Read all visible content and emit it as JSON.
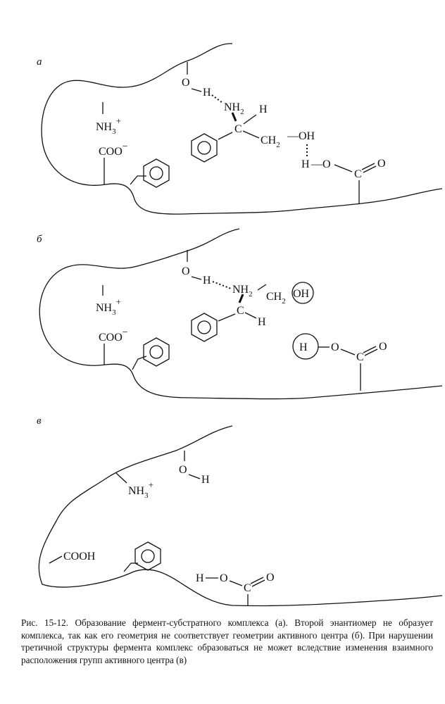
{
  "panels": [
    {
      "label": "а",
      "groups": {
        "oh_o": "O",
        "oh_h": "H",
        "nh3": "NH",
        "nh3_sub": "3",
        "nh3_sup": "+",
        "coo": "COO",
        "coo_sup": "−",
        "sub_nh2": "NH",
        "sub_nh2_sub": "2",
        "sub_h": "H",
        "sub_c": "C",
        "sub_ch2": "CH",
        "sub_ch2_sub": "2",
        "sub_oh": "—OH",
        "acid_h": "H",
        "acid_o": "—O",
        "acid_c": "C",
        "acid_eq_o": "O"
      }
    },
    {
      "label": "б",
      "groups": {
        "oh_o": "O",
        "oh_h": "H",
        "nh3": "NH",
        "nh3_sub": "3",
        "nh3_sup": "+",
        "coo": "COO",
        "coo_sup": "−",
        "sub_nh2": "NH",
        "sub_nh2_sub": "2",
        "sub_ch2": "CH",
        "sub_ch2_sub": "2",
        "sub_oh": "OH",
        "sub_c": "C",
        "sub_h": "H",
        "acid_h": "H",
        "acid_o": "O",
        "acid_c": "C",
        "acid_eq_o": "O"
      }
    },
    {
      "label": "в",
      "groups": {
        "oh_o": "O",
        "oh_h": "H",
        "nh3": "NH",
        "nh3_sub": "3",
        "nh3_sup": "+",
        "cooh": "COOH",
        "acid_h": "H",
        "acid_o": "O",
        "acid_c": "C",
        "acid_eq_o": "O"
      }
    }
  ],
  "caption": "Рис. 15-12. Образование фермент-субстратного комплекса (а). Второй энантиомер не образует комплекса, так как его геометрия не соответствует геометрии активного центра (б). При нарушении третичной структуры фермента комплекс образоваться не может вследствие изменения взаимного расположения групп активного центра (в)"
}
